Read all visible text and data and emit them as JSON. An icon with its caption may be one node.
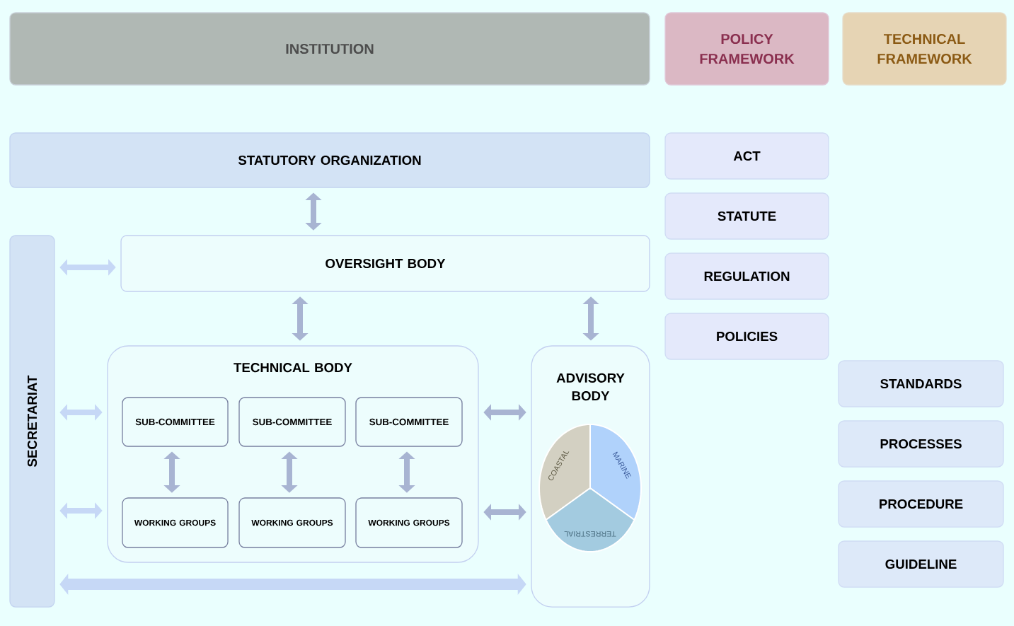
{
  "diagram": {
    "nodes": [
      {
        "text": [
          "INSTITUTION"
        ]
      },
      {
        "text": [
          "POLICY FRAMEWORK"
        ]
      },
      {
        "text": [
          "TECHNICAL FRAMEWORK"
        ]
      },
      {
        "text": [
          "STATUTORY ORGANIZATION"
        ]
      },
      {
        "text": [
          "ACT"
        ]
      },
      {
        "text": [
          "STATUTE"
        ]
      },
      {
        "text": [
          "REGULATION"
        ]
      },
      {
        "text": [
          "POLICIES"
        ]
      },
      {
        "text": [
          "SECRETARIAT"
        ]
      },
      {
        "text": [
          "OVERSIGHT BODY"
        ]
      },
      {
        "text": [
          "TECHNICAL BODY"
        ]
      },
      {
        "text": [
          "SUB-COMMITTEE"
        ],
        "in": 10
      },
      {
        "text": [
          "SUB-COMMITTEE"
        ],
        "in": 10
      },
      {
        "text": [
          "SUB-COMMITTEE"
        ],
        "in": 10
      },
      {
        "text": [
          "WORKING GROUPS"
        ],
        "in": 10
      },
      {
        "text": [
          "WORKING GROUPS"
        ],
        "in": 10
      },
      {
        "text": [
          "WORKING GROUPS"
        ],
        "in": 10
      },
      {
        "text": [
          "ADVISORY BODY"
        ]
      },
      {
        "text": [
          "COASTAL"
        ],
        "in": 17
      },
      {
        "text": [
          "MARINE"
        ],
        "in": 17
      },
      {
        "text": [
          "TERRESTRIAL"
        ],
        "in": 17
      },
      {
        "text": [
          "STANDARDS"
        ]
      },
      {
        "text": [
          "PROCESSES"
        ]
      },
      {
        "text": [
          "PROCEDURE"
        ]
      },
      {
        "text": [
          "GUIDELINE"
        ]
      }
    ],
    "edges": [
      {
        "from": 3,
        "to": 9,
        "arrow": "both"
      },
      {
        "from": 8,
        "to": 9,
        "arrow": "both",
        "color": "#c6d8f6"
      },
      {
        "from": 9,
        "to": 10,
        "arrow": "both"
      },
      {
        "from": 9,
        "to": 17,
        "arrow": "both"
      },
      {
        "from": 8,
        "to": 10,
        "arrow": "both",
        "color": "#c6d8f6"
      },
      {
        "from": 8,
        "to": 10,
        "arrow": "both",
        "color": "#c6d8f6"
      },
      {
        "from": 10,
        "to": 17,
        "arrow": "both"
      },
      {
        "from": 10,
        "to": 17,
        "arrow": "both"
      },
      {
        "from": 11,
        "to": 14,
        "arrow": "both"
      },
      {
        "from": 12,
        "to": 15,
        "arrow": "both"
      },
      {
        "from": 13,
        "to": 16,
        "arrow": "both"
      },
      {
        "from": 8,
        "to": 17,
        "arrow": "both",
        "color": "#c6d8f6",
        "style": "thick"
      }
    ]
  }
}
